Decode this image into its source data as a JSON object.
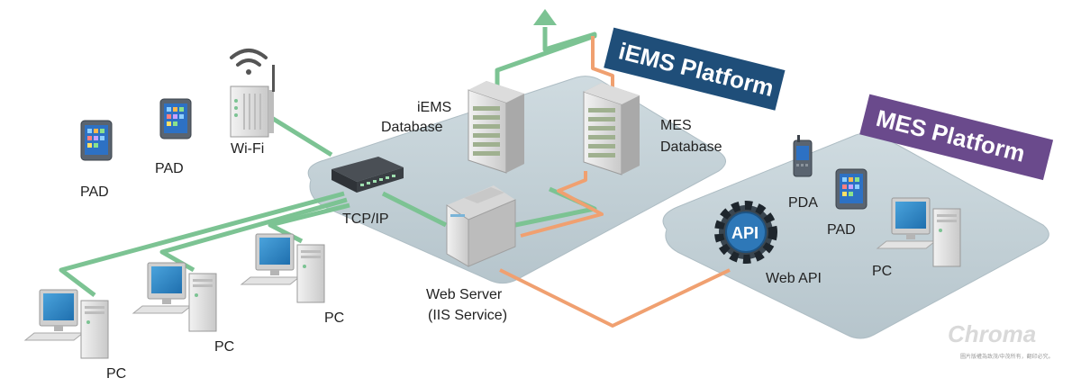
{
  "banners": {
    "iems": "iEMS Platform",
    "mes": "MES Platform"
  },
  "labels": {
    "iems_db_line1": "iEMS",
    "iems_db_line2": "Database",
    "mes_db_line1": "MES",
    "mes_db_line2": "Database",
    "wifi": "Wi-Fi",
    "tcpip": "TCP/IP",
    "web_server_line1": "Web Server",
    "web_server_line2": "(IIS Service)",
    "pad_1": "PAD",
    "pad_2": "PAD",
    "pad_3": "PAD",
    "pda": "PDA",
    "web_api": "Web API",
    "api_badge": "API",
    "pc_1": "PC",
    "pc_2": "PC",
    "pc_3": "PC",
    "pc_4": "PC"
  },
  "logo": {
    "brand": "Chroma",
    "notice": "圖片版權為致茂/中茂所有，翻印必究。"
  },
  "colors": {
    "iems_banner": "#1f4e79",
    "mes_banner": "#6a4a8c",
    "green_link": "#7cc393",
    "orange_link": "#f0a070",
    "platform": "#c3d0d6"
  }
}
